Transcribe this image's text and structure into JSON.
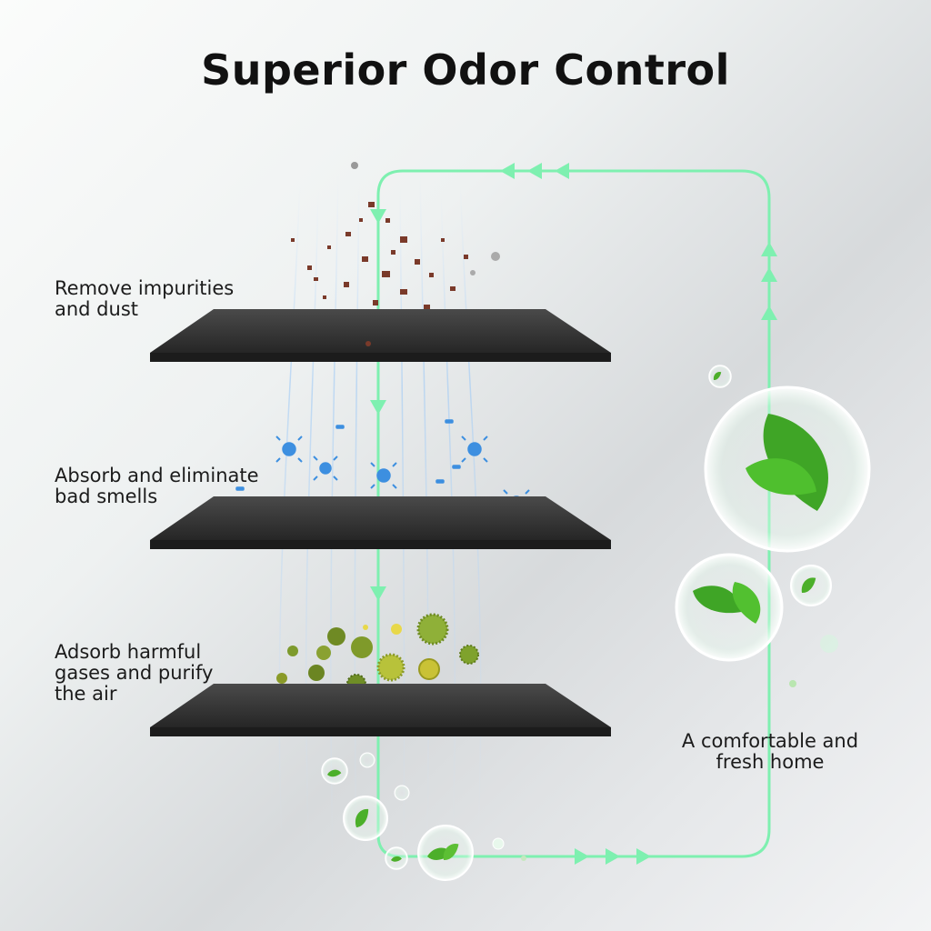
{
  "title": "Superior Odor Control",
  "stages": [
    {
      "lines": [
        "Remove impurities",
        "and dust"
      ]
    },
    {
      "lines": [
        "Absorb and eliminate",
        "bad smells"
      ]
    },
    {
      "lines": [
        "Adsorb harmful",
        "gases and purify",
        "the air"
      ]
    }
  ],
  "result": {
    "lines": [
      "A comfortable and",
      "fresh home"
    ]
  },
  "colors": {
    "flow": "#7ef0b0",
    "filter": "#3a3a3a",
    "dust": "#7a3a2a",
    "bacteria": "#3d8fe0",
    "pollen": "#8a9a28",
    "leaf": "#4caf2a"
  },
  "icons": [
    "dust-particles-icon",
    "bacteria-icon",
    "pollen-icon",
    "leaf-bubble-icon",
    "flow-arrow-icon"
  ]
}
